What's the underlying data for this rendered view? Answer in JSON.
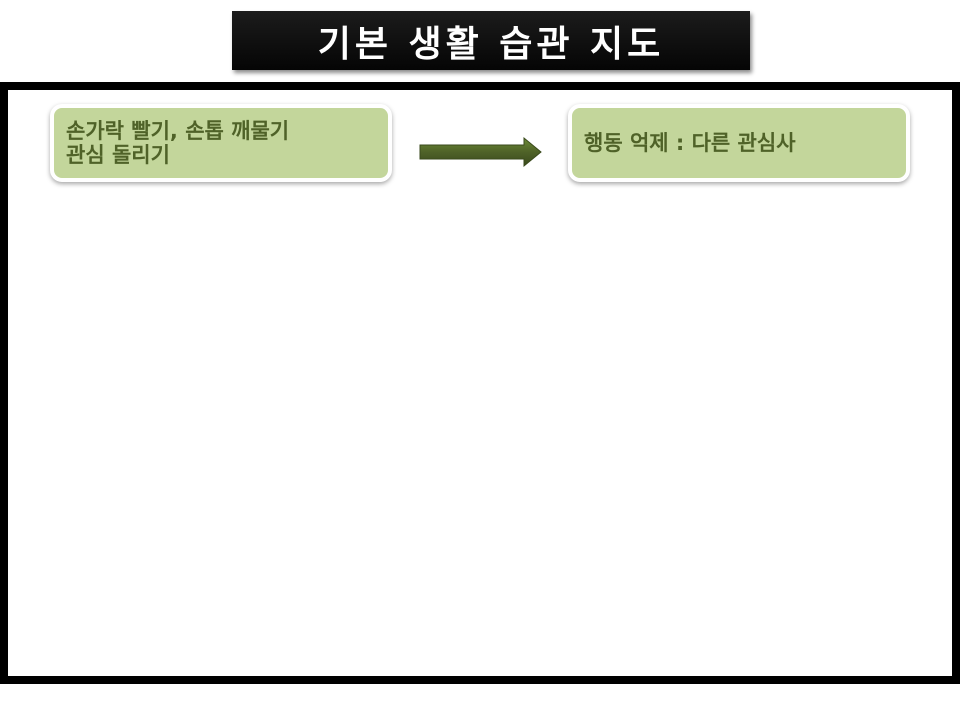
{
  "title": "기본 생활 습관 지도",
  "nodes": {
    "left": {
      "text": "손가락 빨기, 손톱 깨물기\n관심 돌리기"
    },
    "right": {
      "text": "행동 억제 : 다른 관심사"
    }
  },
  "colors": {
    "title_bg": "#0d0d0d",
    "title_text": "#ffffff",
    "frame_border": "#000000",
    "node_fill": "#c3d69b",
    "node_text": "#4f6228",
    "arrow_fill": "#4f6228"
  },
  "icons": {
    "connector": "right-arrow-icon"
  }
}
